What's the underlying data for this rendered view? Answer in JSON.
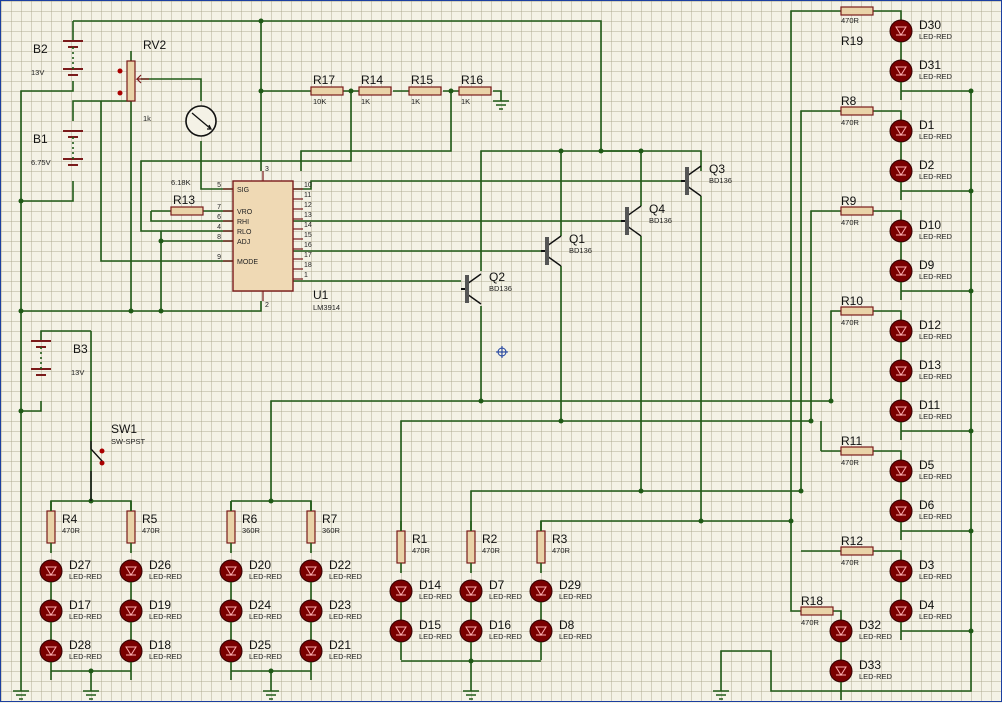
{
  "batteries": [
    {
      "ref": "B2",
      "value": "13V"
    },
    {
      "ref": "B1",
      "value": "6.75V"
    },
    {
      "ref": "B3",
      "value": "13V"
    }
  ],
  "pot": {
    "ref": "RV2",
    "value": "1k"
  },
  "meter_reading": "6.18K",
  "ic": {
    "ref": "U1",
    "part": "LM3914",
    "left_pins": [
      {
        "num": "5",
        "name": "SIG"
      },
      {
        "num": "7",
        "name": "VRO"
      },
      {
        "num": "6",
        "name": "RHI"
      },
      {
        "num": "4",
        "name": "RLO"
      },
      {
        "num": "8",
        "name": "ADJ"
      },
      {
        "num": "9",
        "name": "MODE"
      }
    ],
    "right_pins": [
      "10",
      "11",
      "12",
      "13",
      "14",
      "15",
      "16",
      "17",
      "18",
      "1"
    ],
    "top_pin": "3",
    "bottom_pin": "2"
  },
  "chain": [
    {
      "ref": "R17",
      "value": "10K"
    },
    {
      "ref": "R14",
      "value": "1K"
    },
    {
      "ref": "R15",
      "value": "1K"
    },
    {
      "ref": "R16",
      "value": "1K"
    }
  ],
  "r13": {
    "ref": "R13"
  },
  "transistors": [
    {
      "ref": "Q1",
      "part": "BD136"
    },
    {
      "ref": "Q2",
      "part": "BD136"
    },
    {
      "ref": "Q3",
      "part": "BD136"
    },
    {
      "ref": "Q4",
      "part": "BD136"
    }
  ],
  "switch": {
    "ref": "SW1",
    "part": "SW-SPST"
  },
  "bottom_resistors": [
    {
      "ref": "R4",
      "value": "470R"
    },
    {
      "ref": "R5",
      "value": "470R"
    },
    {
      "ref": "R6",
      "value": "360R"
    },
    {
      "ref": "R7",
      "value": "360R"
    },
    {
      "ref": "R1",
      "value": "470R"
    },
    {
      "ref": "R2",
      "value": "470R"
    },
    {
      "ref": "R3",
      "value": "470R"
    }
  ],
  "bottom_leds": [
    [
      "D27",
      "D17",
      "D28"
    ],
    [
      "D26",
      "D19",
      "D18"
    ],
    [
      "D20",
      "D24",
      "D25"
    ],
    [
      "D22",
      "D23",
      "D21"
    ],
    [
      "D14",
      "D15"
    ],
    [
      "D7",
      "D16"
    ],
    [
      "D29",
      "D8"
    ]
  ],
  "right_resistors": [
    {
      "ref": "R19",
      "value": "470R"
    },
    {
      "ref": "R8",
      "value": "470R"
    },
    {
      "ref": "R9",
      "value": "470R"
    },
    {
      "ref": "R10",
      "value": "470R"
    },
    {
      "ref": "R11",
      "value": "470R"
    },
    {
      "ref": "R12",
      "value": "470R"
    },
    {
      "ref": "R18",
      "value": "470R"
    }
  ],
  "right_leds": [
    "D30",
    "D31",
    "D1",
    "D2",
    "D10",
    "D9",
    "D12",
    "D13",
    "D11",
    "D5",
    "D6",
    "D3",
    "D4"
  ],
  "r18_leds": [
    "D32",
    "D33"
  ],
  "led_part": "LED-RED"
}
